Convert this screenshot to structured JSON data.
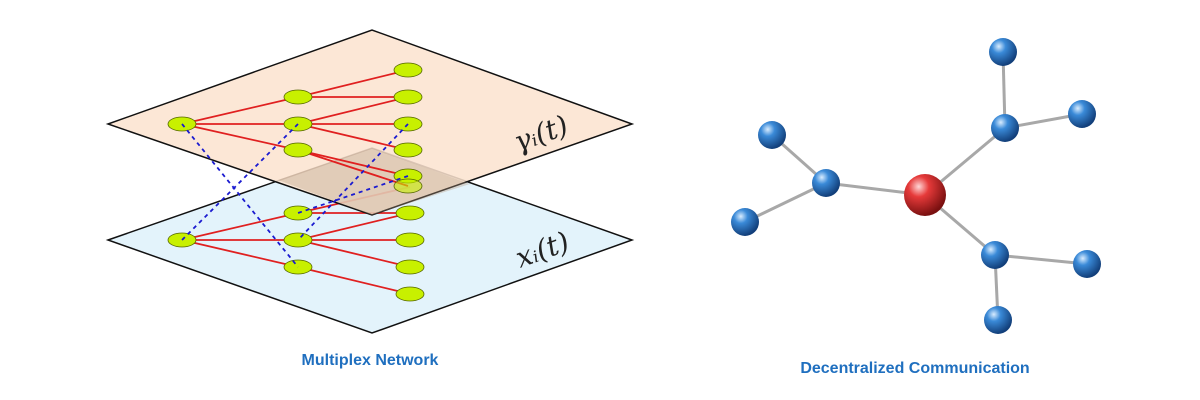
{
  "left_panel": {
    "caption": "Multiplex Network",
    "upper_layer_label": "γᵢ(t)",
    "lower_layer_label": "xᵢ(t)",
    "colors": {
      "upper_layer_fill": "#fbe3cf",
      "lower_layer_fill": "#e3f3fb",
      "node_fill": "#c8f000",
      "intra_edge": "#e02020",
      "inter_edge": "#1a1ad0"
    }
  },
  "right_panel": {
    "caption": "Decentralized Communication",
    "colors": {
      "hub_node": "#e03a3a",
      "peer_node": "#2a78c8",
      "link": "#a8a8a8"
    }
  }
}
